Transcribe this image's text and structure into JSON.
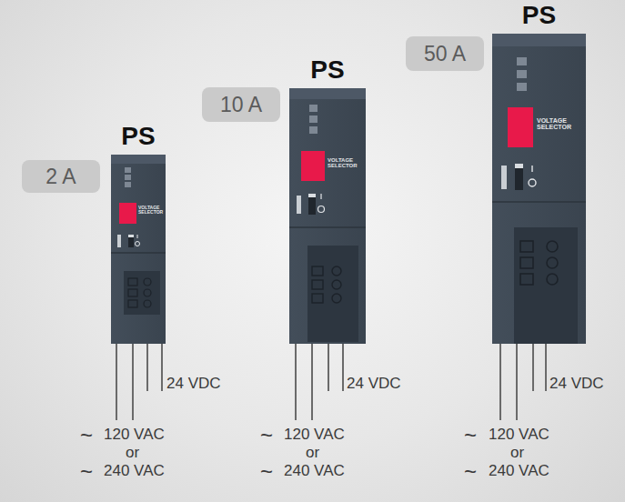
{
  "diagram": {
    "nodes": [
      {
        "text": [
          "2 A"
        ]
      },
      {
        "text": [
          "PS",
          "VOLTAGE SELECTOR"
        ]
      },
      {
        "text": [
          "10 A"
        ]
      },
      {
        "text": [
          "PS",
          "VOLTAGE SELECTOR"
        ]
      },
      {
        "text": [
          "50 A"
        ]
      },
      {
        "text": [
          "PS",
          "VOLTAGE SELECTOR"
        ]
      }
    ],
    "labels": [
      "24 VDC",
      "~",
      "120 VAC",
      "or",
      "~",
      "240 VAC",
      "24 VDC",
      "~",
      "120 VAC",
      "or",
      "~",
      "240 VAC",
      "24 VDC",
      "~",
      "120 VAC",
      "or",
      "~",
      "240 VAC"
    ]
  }
}
